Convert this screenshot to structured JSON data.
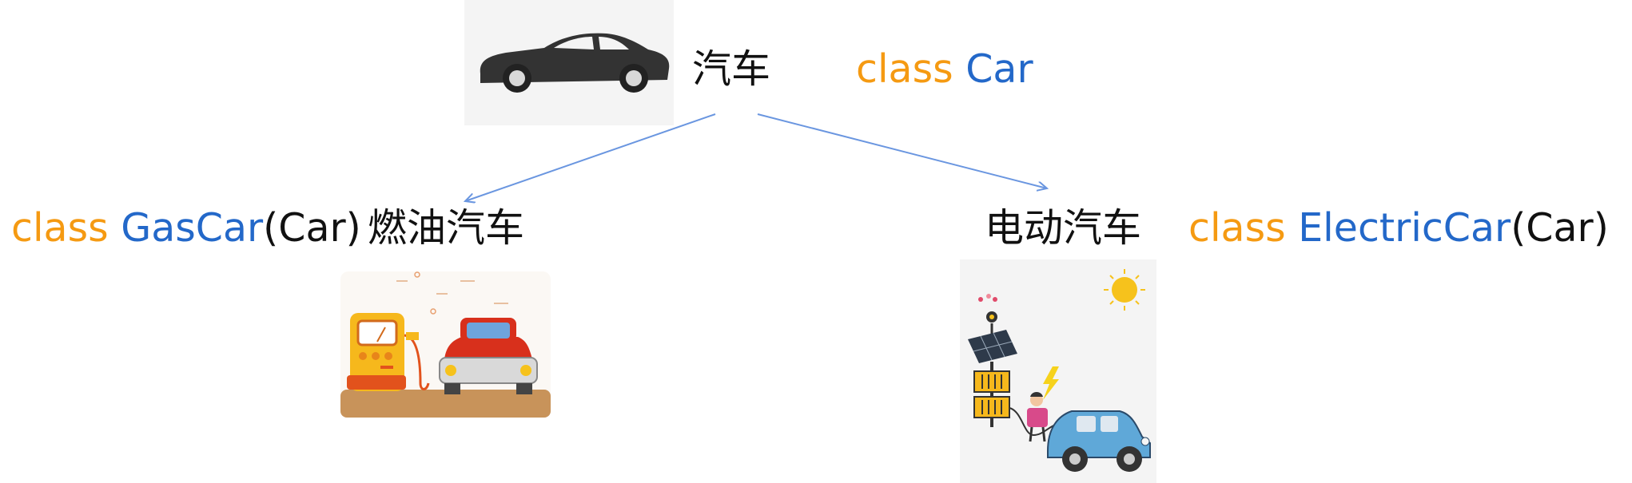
{
  "root": {
    "cn_label": "汽车",
    "code_keyword": "class",
    "code_class": "Car",
    "icon": "sedan-car-icon"
  },
  "gas": {
    "cn_label": "燃油汽车",
    "code_keyword": "class",
    "code_class": "GasCar",
    "code_parent": "(Car)",
    "icon": "gas-station-car-icon"
  },
  "electric": {
    "cn_label": "电动汽车",
    "code_keyword": "class",
    "code_class": "ElectricCar",
    "code_parent": "(Car)",
    "icon": "electric-car-charging-icon"
  },
  "colors": {
    "keyword": "#f59a12",
    "class_name": "#2368c9",
    "arrow": "#6a96e0"
  }
}
